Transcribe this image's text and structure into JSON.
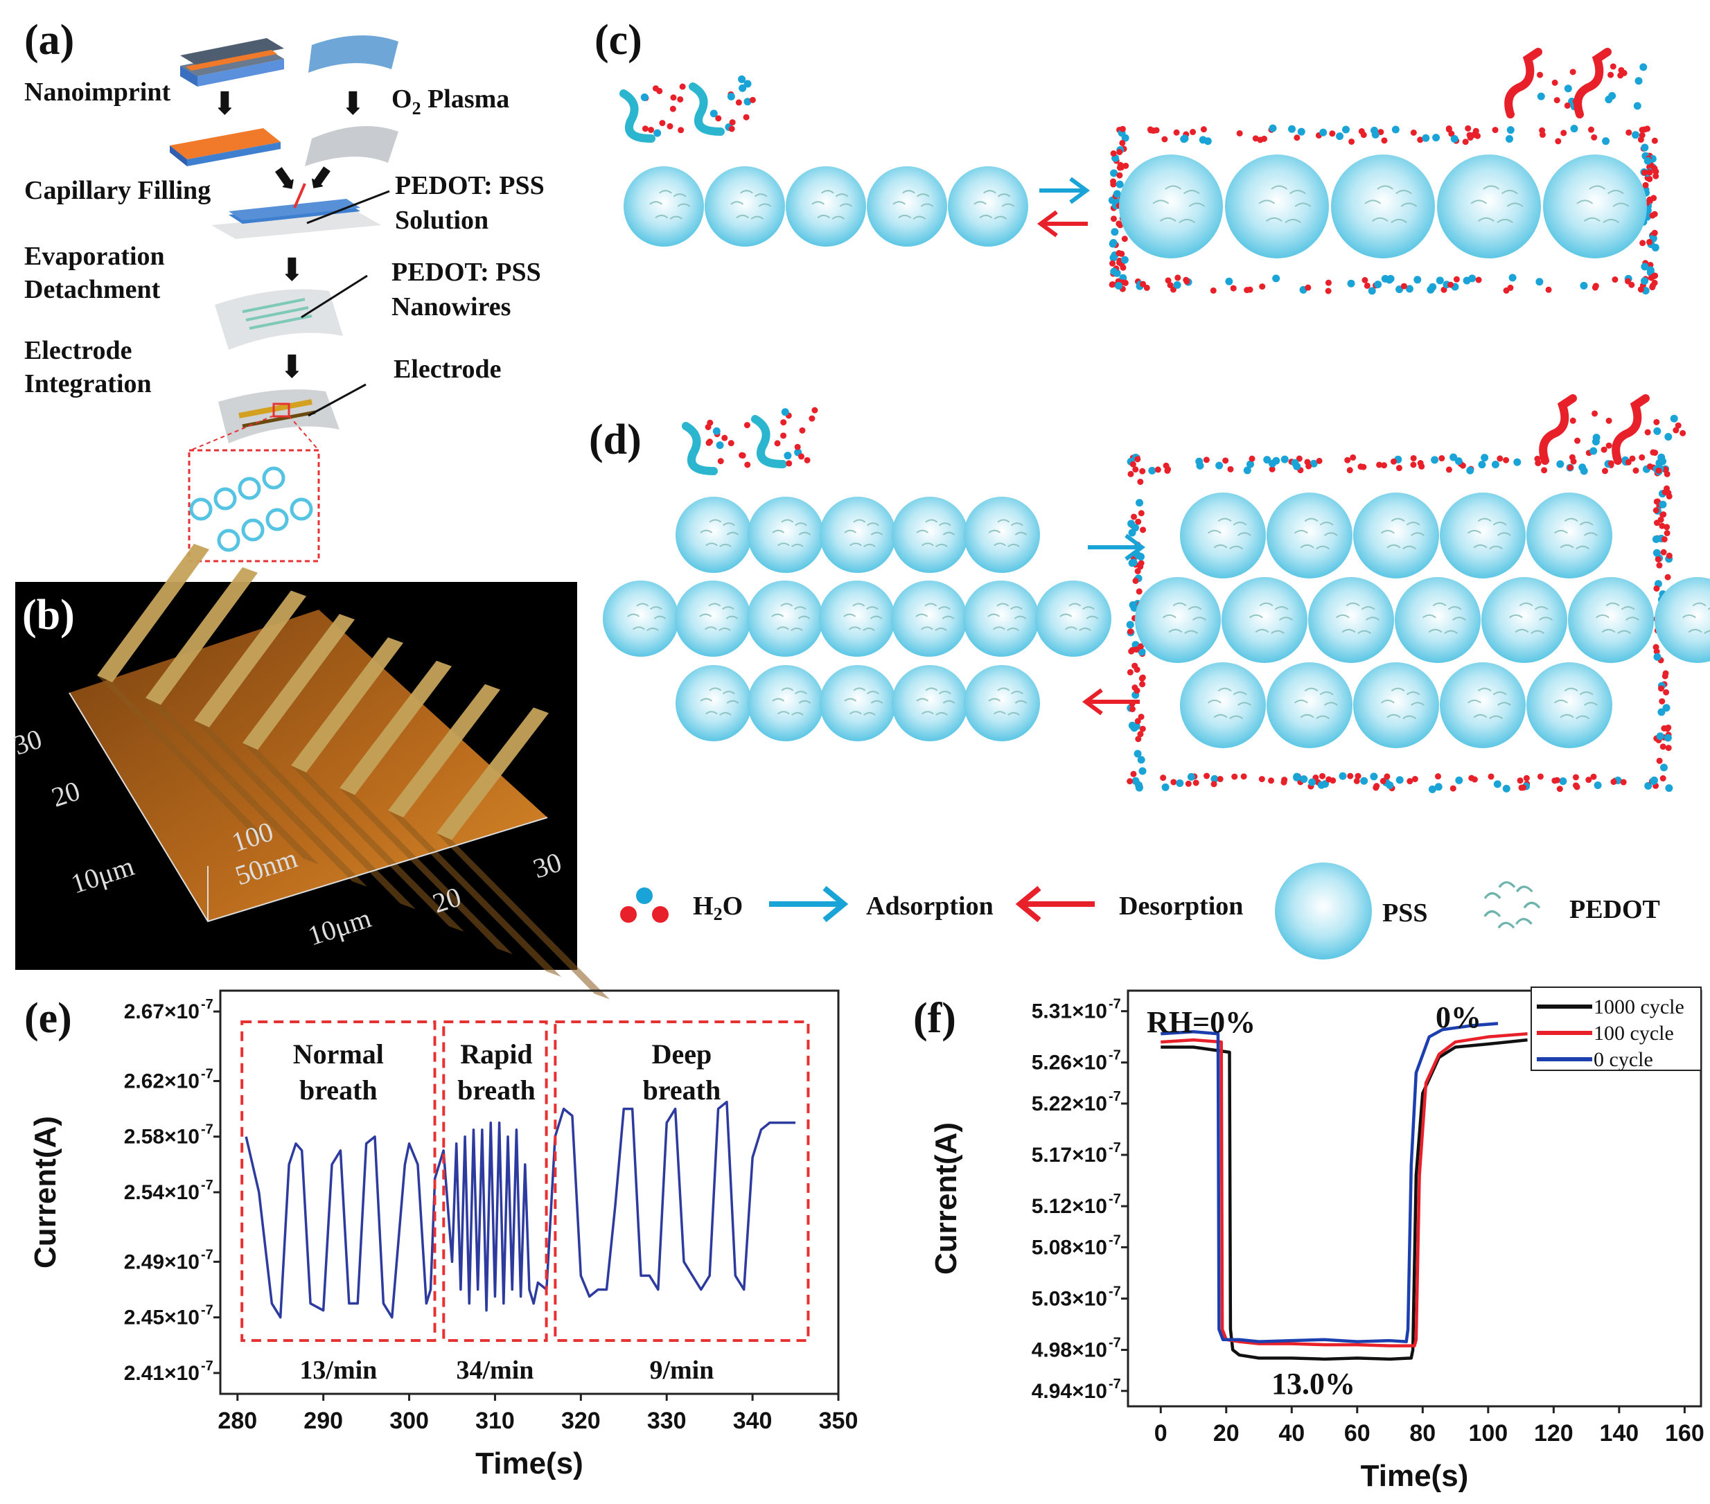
{
  "panels": {
    "a": {
      "label": "(a)",
      "steps": [
        "Nanoimprint",
        "Capillary Filling",
        "Evaporation",
        "Detachment",
        "Electrode",
        "Integration"
      ],
      "plasma": "O",
      "plasma_sub": "2",
      "plasma_tail": " Plasma",
      "notes": [
        "PEDOT: PSS",
        "Solution",
        "PEDOT: PSS",
        "Nanowires",
        "Electrode"
      ]
    },
    "b": {
      "label": "(b)",
      "axis_texts": [
        "30",
        "20",
        "10μm",
        "100",
        "50nm",
        "10μm",
        "20",
        "30"
      ]
    },
    "c": {
      "label": "(c)"
    },
    "d": {
      "label": "(d)"
    },
    "legend": {
      "h2o_main": "H",
      "h2o_sub": "2",
      "h2o_tail": "O",
      "adsorption": "Adsorption",
      "desorption": "Desorption",
      "pss": "PSS",
      "pedot": "PEDOT"
    },
    "e": {
      "label": "(e)"
    },
    "f": {
      "label": "(f)"
    }
  },
  "colors": {
    "sphere": "#6ccde6",
    "sphere_dark": "#3fb3d6",
    "water_red": "#e8202a",
    "water_blue": "#1aa3d6",
    "adsorb_arrow": "#1aa3d6",
    "desorb_arrow": "#e8202a",
    "box_red": "#e63232",
    "trace_blue": "#2e3b9e"
  },
  "chart_data": [
    {
      "id": "e",
      "type": "line",
      "xlabel": "Time(s)",
      "ylabel": "Current(A)",
      "xlim": [
        278,
        350
      ],
      "ylim": [
        2.395e-07,
        2.685e-07
      ],
      "xticks": [
        280,
        290,
        300,
        310,
        320,
        330,
        340,
        350
      ],
      "xtick_labels": [
        "280",
        "290",
        "300",
        "310",
        "320",
        "330",
        "340",
        "350"
      ],
      "yticks": [
        2.41e-07,
        2.45e-07,
        2.49e-07,
        2.54e-07,
        2.58e-07,
        2.62e-07,
        2.67e-07
      ],
      "ytick_labels": [
        "2.41×10",
        "2.45×10",
        "2.49×10",
        "2.54×10",
        "2.58×10",
        "2.62×10",
        "2.67×10"
      ],
      "ytick_exponent": "-7",
      "series": [
        {
          "x": [
            281,
            282.5,
            284,
            285,
            286,
            286.8,
            287.5,
            288.5,
            290,
            291,
            292,
            293,
            294,
            295,
            296,
            297,
            298,
            299.5,
            300,
            301,
            302,
            302.5,
            303,
            304,
            305,
            305.5,
            306,
            306.5,
            307,
            307.5,
            308,
            308.5,
            309,
            309.5,
            310,
            310.5,
            311,
            311.5,
            312,
            312.5,
            313,
            313.5,
            314,
            314.5,
            315,
            316,
            317,
            318,
            319,
            320,
            321,
            322,
            323,
            324,
            325,
            326,
            327,
            328,
            329,
            330,
            331,
            332,
            333,
            334,
            335,
            336,
            337,
            338,
            339,
            340,
            341,
            342,
            343,
            344,
            345
          ],
          "y": [
            2.58e-07,
            2.54e-07,
            2.46e-07,
            2.45e-07,
            2.56e-07,
            2.575e-07,
            2.57e-07,
            2.46e-07,
            2.455e-07,
            2.56e-07,
            2.57e-07,
            2.46e-07,
            2.46e-07,
            2.575e-07,
            2.58e-07,
            2.46e-07,
            2.45e-07,
            2.56e-07,
            2.575e-07,
            2.56e-07,
            2.46e-07,
            2.47e-07,
            2.55e-07,
            2.57e-07,
            2.49e-07,
            2.575e-07,
            2.47e-07,
            2.58e-07,
            2.46e-07,
            2.585e-07,
            2.47e-07,
            2.585e-07,
            2.455e-07,
            2.59e-07,
            2.465e-07,
            2.59e-07,
            2.46e-07,
            2.58e-07,
            2.47e-07,
            2.585e-07,
            2.465e-07,
            2.56e-07,
            2.47e-07,
            2.46e-07,
            2.475e-07,
            2.47e-07,
            2.58e-07,
            2.6e-07,
            2.595e-07,
            2.48e-07,
            2.465e-07,
            2.47e-07,
            2.47e-07,
            2.53e-07,
            2.6e-07,
            2.6e-07,
            2.48e-07,
            2.48e-07,
            2.47e-07,
            2.59e-07,
            2.6e-07,
            2.49e-07,
            2.48e-07,
            2.47e-07,
            2.48e-07,
            2.6e-07,
            2.605e-07,
            2.48e-07,
            2.47e-07,
            2.565e-07,
            2.585e-07,
            2.59e-07,
            2.59e-07,
            2.59e-07,
            2.59e-07
          ]
        }
      ],
      "annotations": [
        {
          "lines": [
            "Normal",
            "breath"
          ],
          "rate": "13/min",
          "x_range": [
            281,
            302.5
          ]
        },
        {
          "lines": [
            "Rapid",
            "breath"
          ],
          "rate": "34/min",
          "x_range": [
            304.5,
            315.5
          ]
        },
        {
          "lines": [
            "Deep",
            "breath"
          ],
          "rate": "9/min",
          "x_range": [
            317.5,
            346
          ]
        }
      ]
    },
    {
      "id": "f",
      "type": "line",
      "xlabel": "Time(s)",
      "ylabel": "Current(A)",
      "xlim": [
        -10,
        165
      ],
      "ylim": [
        4.925e-07,
        5.33e-07
      ],
      "xticks": [
        0,
        20,
        40,
        60,
        80,
        100,
        120,
        140,
        160
      ],
      "xtick_labels": [
        "0",
        "20",
        "40",
        "60",
        "80",
        "100",
        "120",
        "140",
        "160"
      ],
      "yticks": [
        4.94e-07,
        4.98e-07,
        5.03e-07,
        5.08e-07,
        5.12e-07,
        5.17e-07,
        5.22e-07,
        5.26e-07,
        5.31e-07
      ],
      "ytick_labels": [
        "4.94×10",
        "4.98×10",
        "5.03×10",
        "5.08×10",
        "5.12×10",
        "5.17×10",
        "5.22×10",
        "5.26×10",
        "5.31×10"
      ],
      "ytick_exponent": "-7",
      "legend_position": "top-right",
      "series": [
        {
          "name": "1000 cycle",
          "color": "#111111",
          "x": [
            0,
            10,
            21,
            21.3,
            22,
            24,
            30,
            40,
            50,
            60,
            70,
            76.5,
            77,
            78,
            80,
            85,
            90,
            100,
            112
          ],
          "y": [
            5.275e-07,
            5.275e-07,
            5.27e-07,
            5e-07,
            4.98e-07,
            4.975e-07,
            4.972e-07,
            4.972e-07,
            4.971e-07,
            4.972e-07,
            4.971e-07,
            4.972e-07,
            4.98e-07,
            5.15e-07,
            5.23e-07,
            5.265e-07,
            5.275e-07,
            5.278e-07,
            5.282e-07
          ]
        },
        {
          "name": "100 cycle",
          "color": "#e8202a",
          "x": [
            0,
            10,
            18.5,
            18.8,
            20,
            24,
            30,
            40,
            50,
            60,
            70,
            77.5,
            78,
            79,
            81,
            85,
            90,
            100,
            112
          ],
          "y": [
            5.28e-07,
            5.282e-07,
            5.28e-07,
            5e-07,
            4.99e-07,
            4.988e-07,
            4.986e-07,
            4.986e-07,
            4.985e-07,
            4.985e-07,
            4.984e-07,
            4.984e-07,
            4.99e-07,
            5.15e-07,
            5.24e-07,
            5.268e-07,
            5.28e-07,
            5.285e-07,
            5.288e-07
          ]
        },
        {
          "name": "0 cycle",
          "color": "#1c3fb0",
          "x": [
            0,
            10,
            17.5,
            17.8,
            19,
            24,
            30,
            40,
            50,
            60,
            70,
            75,
            75.5,
            76.5,
            78,
            82,
            86,
            95,
            103
          ],
          "y": [
            5.288e-07,
            5.29e-07,
            5.288e-07,
            5e-07,
            4.99e-07,
            4.99e-07,
            4.988e-07,
            4.989e-07,
            4.99e-07,
            4.988e-07,
            4.989e-07,
            4.988e-07,
            5e-07,
            5.16e-07,
            5.25e-07,
            5.285e-07,
            5.292e-07,
            5.296e-07,
            5.298e-07
          ]
        }
      ],
      "annotations": [
        "RH=0%",
        "0%",
        "13.0%"
      ]
    }
  ]
}
